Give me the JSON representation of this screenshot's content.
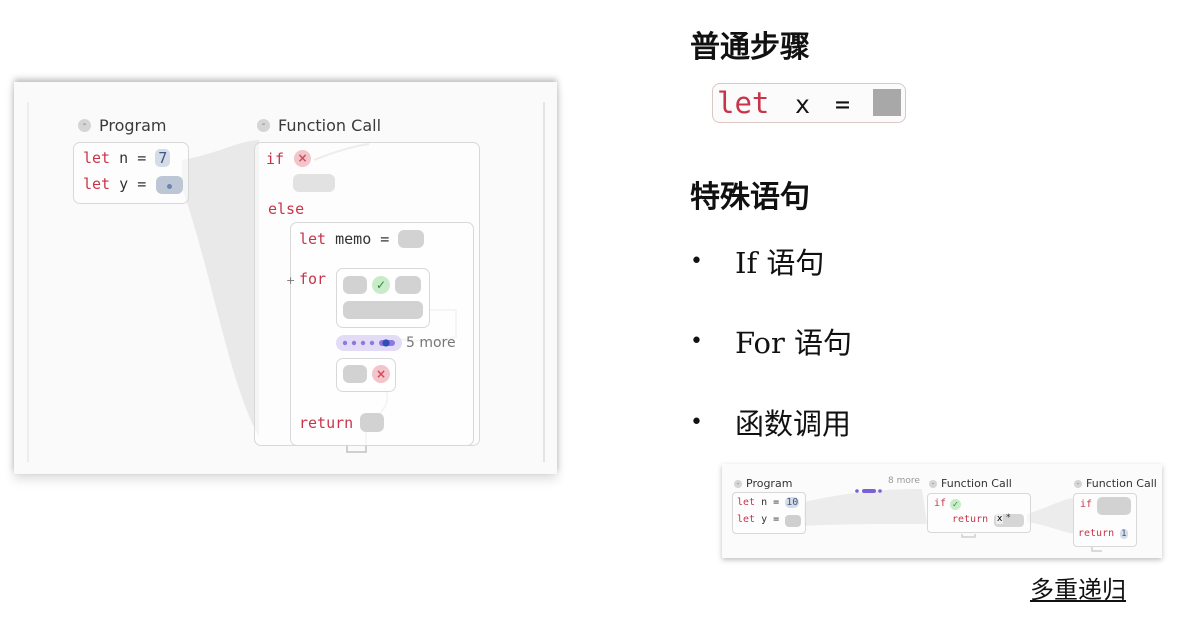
{
  "left": {
    "program_label": "Program",
    "function_call_label": "Function Call",
    "let_kw": "let",
    "var_n": "n",
    "var_y": "y",
    "eq": "=",
    "n_value": "7",
    "if_kw": "if",
    "else_kw": "else",
    "memo_var": "memo",
    "for_kw": "for",
    "more_label": "5 more",
    "return_kw": "return"
  },
  "right": {
    "heading1": "普通步骤",
    "code_let": "let",
    "code_x": "x",
    "code_eq": "=",
    "heading2": "特殊语句",
    "bullets": [
      "If 语句",
      "For 语句",
      "函数调用"
    ],
    "bullet_char": "•",
    "link": "多重递归"
  },
  "small": {
    "program_label": "Program",
    "more_label": "8 more",
    "fc1_label": "Function Call",
    "fc2_label": "Function Call",
    "let_kw": "let",
    "var_n": "n",
    "var_y": "y",
    "eq": "=",
    "n_value": "10",
    "if_kw": "if",
    "return_kw": "return",
    "x_label": "x",
    "star": "*",
    "return_value": "1"
  },
  "colors": {
    "keyword_red": "#c8354a",
    "check_green": "#4caf50",
    "cross_red": "#d04a5a",
    "more_purple": "#7b61d6",
    "number_blue": "#3e5a84"
  },
  "icons": [
    "collapse-icon",
    "check-icon",
    "cross-icon",
    "step-dots-icon"
  ]
}
